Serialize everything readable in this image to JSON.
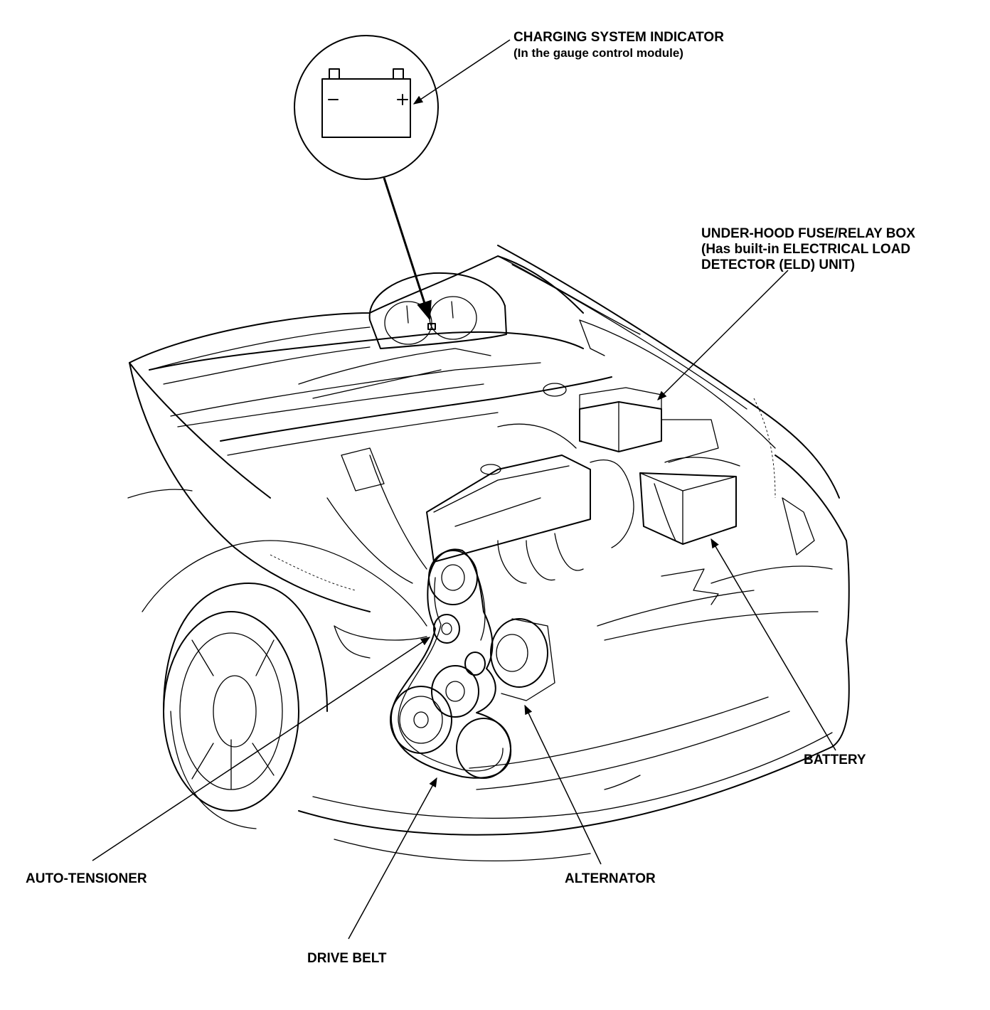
{
  "labels": {
    "charging_indicator": {
      "line1": "CHARGING SYSTEM INDICATOR",
      "line2": "(In the gauge control module)"
    },
    "fuse_relay_box": {
      "line1": "UNDER-HOOD FUSE/RELAY BOX",
      "line2": "(Has built-in ELECTRICAL LOAD",
      "line3": "DETECTOR (ELD) UNIT)"
    },
    "battery": "BATTERY",
    "auto_tensioner": "AUTO-TENSIONER",
    "alternator": "ALTERNATOR",
    "drive_belt": "DRIVE BELT"
  },
  "inset": {
    "minus_symbol": "−",
    "plus_symbol": "+"
  },
  "icons": [
    "battery-icon",
    "car-engine-bay-illustration",
    "gauge-cluster"
  ],
  "colors": {
    "ink": "#000000",
    "paper": "#ffffff"
  }
}
